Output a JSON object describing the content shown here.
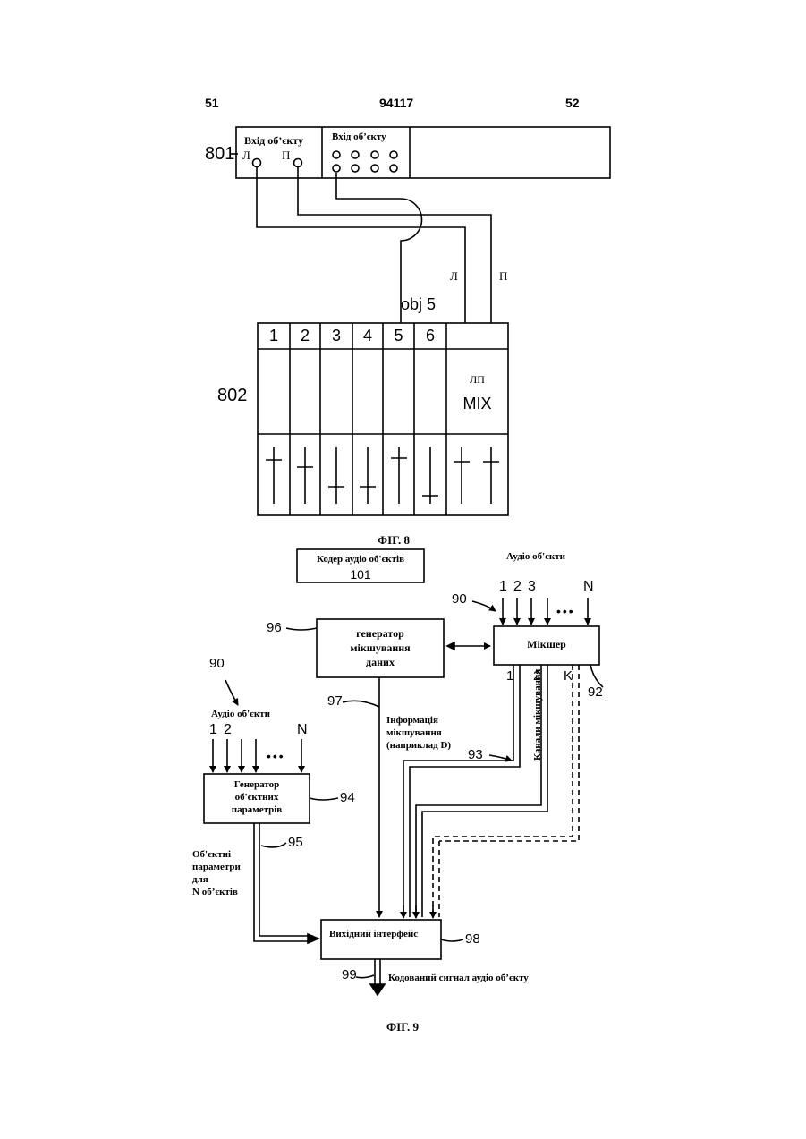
{
  "header": {
    "page_left": "51",
    "doc_number": "94117",
    "page_right": "52"
  },
  "fig8": {
    "ref_801": "801",
    "ref_802": "802",
    "panel_title_1": "Вхід об’єкту",
    "panel_title_2": "Вхід об’єкту",
    "jack_left": "Л",
    "jack_right": "П",
    "wire_left": "Л",
    "wire_right": "П",
    "obj_label": "obj 5",
    "channels": [
      "1",
      "2",
      "3",
      "4",
      "5",
      "6"
    ],
    "mix_lp": "ЛП",
    "mix_label": "MIX",
    "caption": "ФІГ. 8"
  },
  "fig9": {
    "encoder_title": "Кодер аудіо об'єктів",
    "encoder_ref": "101",
    "audio_objects_top": "Аудіо об'єкти",
    "top_inputs": [
      "1",
      "2",
      "3",
      "N"
    ],
    "dots": "•••",
    "ref_90_top": "90",
    "ref_90_left": "90",
    "ref_96": "96",
    "generator_mix_lines": [
      "генератор",
      "мікшування",
      "даних"
    ],
    "mixer_label": "Мікшер",
    "mixer_outputs": [
      "1",
      "2",
      "K"
    ],
    "ref_92": "92",
    "ref_97": "97",
    "mix_info_lines": [
      "Інформація",
      "мікшування",
      "(наприклад D)"
    ],
    "ref_93": "93",
    "mix_channels_label": "Канали мікшування",
    "audio_objects_left": "Аудіо об'єкти",
    "left_inputs": [
      "1",
      "2",
      "N"
    ],
    "param_gen_lines": [
      "Генератор",
      "об'єктних",
      "параметрів"
    ],
    "ref_94": "94",
    "ref_95": "95",
    "obj_params_lines": [
      "Об'єктні",
      "параметри",
      "для",
      "N об’єктів"
    ],
    "output_interface": "Вихідний інтерфейс",
    "ref_98": "98",
    "ref_99": "99",
    "coded_signal": "Кодований сигнал аудіо об’єкту",
    "caption": "ФІГ. 9"
  }
}
